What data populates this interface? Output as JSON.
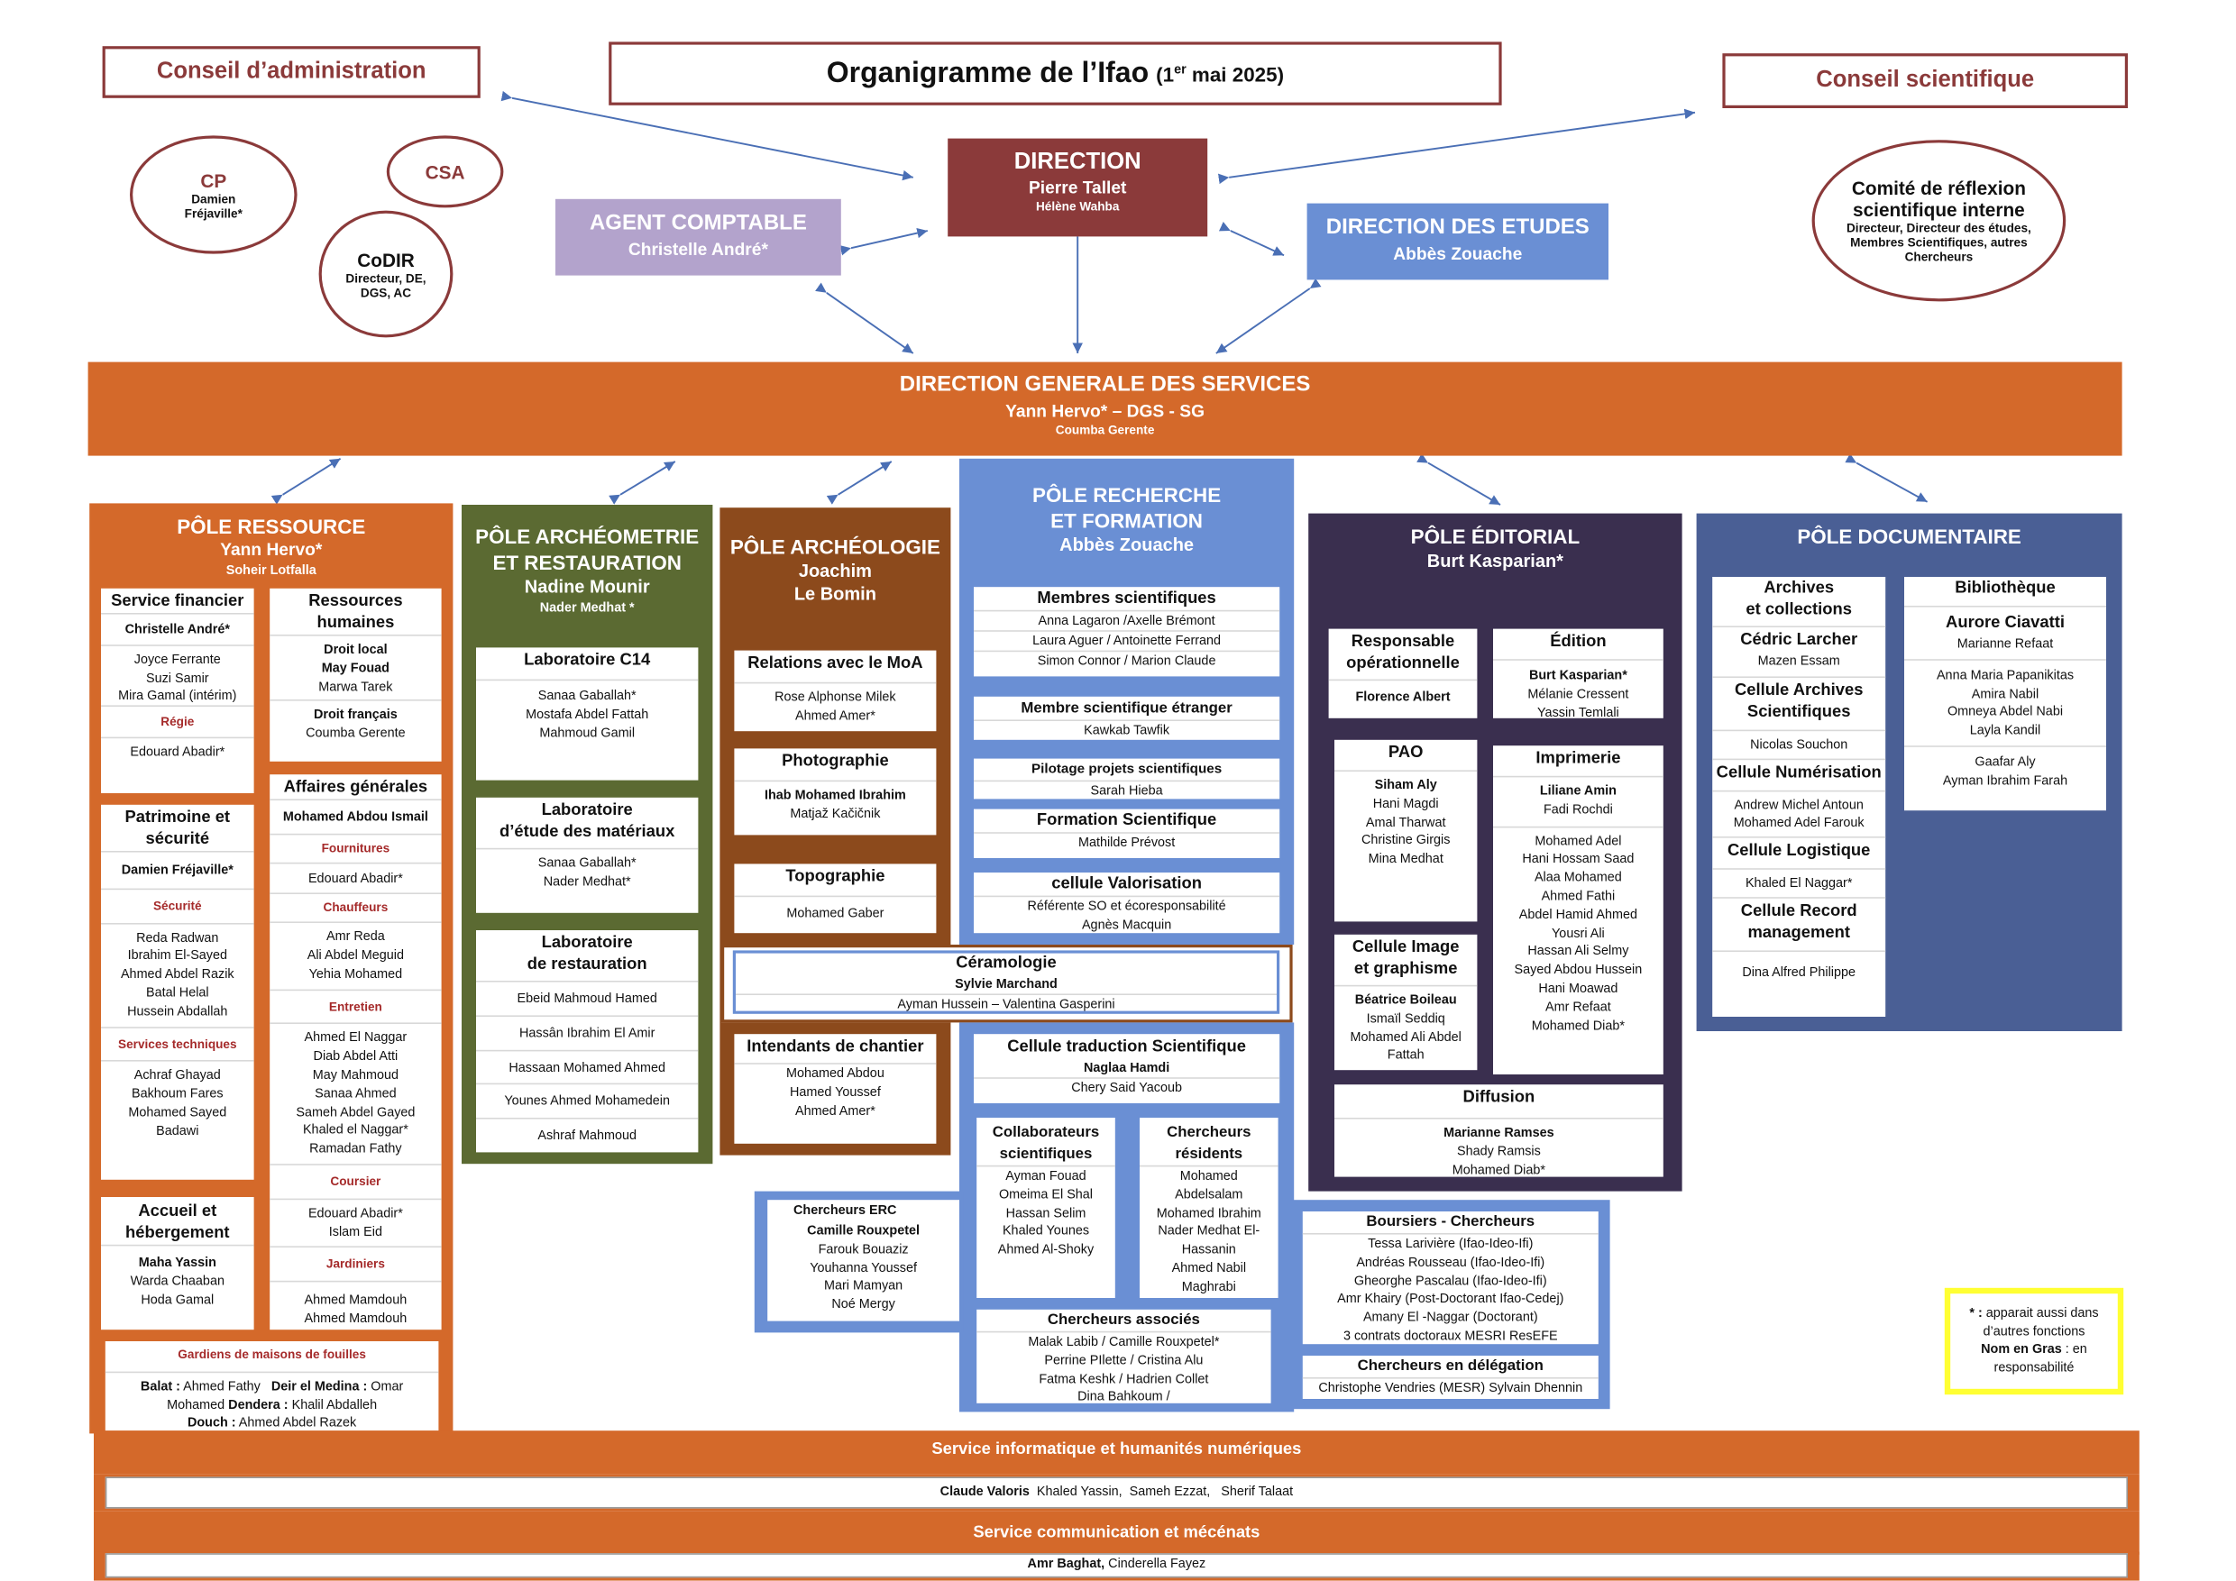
{
  "colors": {
    "ressource": "#d4692a",
    "archeometrie": "#5b6a32",
    "archeologie": "#8c4a1c",
    "recherche": "#6a8fd4",
    "editorial": "#3a2f4f",
    "documentaire": "#4a5f95",
    "direction": "#8b3a3a",
    "agent": "#b3a3cc",
    "etudes": "#6a8fd4",
    "legend": "#ffff33"
  },
  "header": {
    "conseil_admin": "Conseil d’administration",
    "title": "Organigramme de l’Ifao",
    "title_date_pre": "(1",
    "title_date_sup": "er",
    "title_date_post": " mai 2025)",
    "conseil_sci": "Conseil scientifique"
  },
  "ovals": {
    "cp_title": "CP",
    "cp_l1": "Damien",
    "cp_l2": "Fréjaville*",
    "csa": "CSA",
    "codir_title": "CoDIR",
    "codir_l1": "Directeur, DE,",
    "codir_l2": "DGS, AC",
    "comite_title1": "Comité de réflexion",
    "comite_title2": "scientifique interne",
    "comite_l1": "Directeur, Directeur des études,",
    "comite_l2": "Membres Scientifiques, autres",
    "comite_l3": "Chercheurs"
  },
  "direction": {
    "title": "DIRECTION",
    "name": "Pierre Tallet",
    "assist": "Hélène Wahba"
  },
  "agent": {
    "title": "AGENT COMPTABLE",
    "name": "Christelle André*"
  },
  "etudes": {
    "title": "DIRECTION DES ETUDES",
    "name": "Abbès Zouache"
  },
  "dgs": {
    "title": "DIRECTION GENERALE DES SERVICES",
    "name": "Yann Hervo* – DGS - SG",
    "assist": "Coumba Gerente"
  },
  "poles": {
    "ressource": {
      "title": "PÔLE RESSOURCE",
      "name": "Yann Hervo*",
      "assist": "Soheir Lotfalla"
    },
    "archeometrie": {
      "t1": "PÔLE ARCHÉOMETRIE",
      "t2": "ET RESTAURATION",
      "name": "Nadine Mounir",
      "assist": "Nader Medhat *"
    },
    "archeologie": {
      "title": "PÔLE ARCHÉOLOGIE",
      "n1": "Joachim",
      "n2": "Le Bomin"
    },
    "recherche": {
      "t1": "PÔLE RECHERCHE",
      "t2": "ET FORMATION",
      "name": "Abbès Zouache"
    },
    "editorial": {
      "title": "PÔLE ÉDITORIAL",
      "name": "Burt Kasparian*"
    },
    "documentaire": {
      "title": "PÔLE DOCUMENTAIRE"
    }
  },
  "ressource": {
    "sf": {
      "title": "Service financier",
      "head": "Christelle André*",
      "m1": "Joyce Ferrante",
      "m2": "Suzi Samir",
      "m3": "Mira Gamal (intérim)",
      "sub": "Régie",
      "m4": "Edouard Abadir*"
    },
    "rh": {
      "t1": "Ressources",
      "t2": "humaines",
      "s1": "Droit local",
      "h1": "May Fouad",
      "m1": "Marwa Tarek",
      "s2": "Droit français",
      "m2": "Coumba Gerente"
    },
    "ps": {
      "t1": "Patrimoine et",
      "t2": "sécurité",
      "head": "Damien Fréjaville*",
      "sub1": "Sécurité",
      "m1": "Reda Radwan",
      "m2": "Ibrahim El-Sayed",
      "m3": "Ahmed Abdel Razik",
      "m4": "Batal Helal",
      "m5": "Hussein Abdallah",
      "sub2": "Services techniques",
      "m6": "Achraf Ghayad",
      "m7": "Bakhoum Fares",
      "m8": "Mohamed Sayed",
      "m9": "Badawi"
    },
    "ag": {
      "title": "Affaires générales",
      "head": "Mohamed Abdou Ismail",
      "sub1": "Fournitures",
      "m1": "Edouard Abadir*",
      "sub2": "Chauffeurs",
      "m2": "Amr Reda",
      "m3": "Ali Abdel Meguid",
      "m4": "Yehia Mohamed",
      "sub3": "Entretien",
      "m5": "Ahmed El Naggar",
      "m6": "Diab Abdel Atti",
      "m7": "May Mahmoud",
      "m8": "Sanaa Ahmed",
      "m9": "Sameh Abdel Gayed",
      "m10": "Khaled el Naggar*",
      "m11": "Ramadan Fathy",
      "sub4": "Coursier",
      "m12": "Edouard Abadir*",
      "m13": "Islam Eid",
      "sub5": "Jardiniers",
      "m14": "Ahmed Mamdouh",
      "m15": "Ahmed Mamdouh"
    },
    "ah": {
      "t1": "Accueil et",
      "t2": "hébergement",
      "head": "Maha Yassin",
      "m1": "Warda Chaaban",
      "m2": "Hoda Gamal"
    },
    "gm": {
      "title": "Gardiens de maisons de fouilles",
      "l1a": "Balat :",
      "l1b": " Ahmed Fathy",
      "l1c": "Deir el Medina :",
      "l1d": " Omar",
      "l2a": "Mohamed ",
      "l2b": "Dendera :",
      "l2c": " Khalil Abdalleh",
      "l3a": "Douch :",
      "l3b": " Ahmed Abdel Razek"
    }
  },
  "archeometrie": {
    "c14": {
      "title": "Laboratoire C14",
      "m1": "Sanaa Gaballah*",
      "m2": "Mostafa Abdel Fattah",
      "m3": "Mahmoud Gamil"
    },
    "mat": {
      "t1": "Laboratoire",
      "t2": "d’étude des matériaux",
      "m1": "Sanaa Gaballah*",
      "m2": "Nader Medhat*"
    },
    "rest": {
      "t1": "Laboratoire",
      "t2": "de restauration",
      "m1": "Ebeid Mahmoud Hamed",
      "m2": "Hassân Ibrahim El Amir",
      "m3": "Hassaan Mohamed Ahmed",
      "m4": "Younes Ahmed Mohamedein",
      "m5": "Ashraf Mahmoud"
    }
  },
  "archeologie": {
    "moa": {
      "title": "Relations avec le MoA",
      "m1": "Rose Alphonse Milek",
      "m2": "Ahmed Amer*"
    },
    "photo": {
      "title": "Photographie",
      "head": "Ihab Mohamed Ibrahim",
      "m1": "Matjaž Kačičnik"
    },
    "topo": {
      "title": "Topographie",
      "m1": "Mohamed Gaber"
    },
    "ceram": {
      "title": "Céramologie",
      "head": "Sylvie Marchand",
      "m1": "Ayman Hussein – Valentina Gasperini"
    },
    "inten": {
      "title": "Intendants de chantier",
      "m1": "Mohamed Abdou",
      "m2": "Hamed Youssef",
      "m3": "Ahmed Amer*"
    }
  },
  "recherche": {
    "ms": {
      "title": "Membres scientifiques",
      "m1": "Anna Lagaron /Axelle Brémont",
      "m2": "Laura Aguer / Antoinette Ferrand",
      "m3": "Simon Connor / Marion Claude"
    },
    "mse": {
      "title": "Membre scientifique étranger",
      "m1": "Kawkab Tawfik"
    },
    "pps": {
      "title": "Pilotage projets scientifiques",
      "m1": "Sarah Hieba"
    },
    "fs": {
      "title": "Formation Scientifique",
      "m1": "Mathilde Prévost"
    },
    "val": {
      "title": "cellule Valorisation",
      "m1": "Référente SO et écoresponsabilité",
      "m2": "Agnès Macquin"
    },
    "trad": {
      "title": "Cellule traduction Scientifique",
      "head": "Naglaa Hamdi",
      "m1": "Chery Said Yacoub"
    },
    "collab": {
      "t1": "Collaborateurs",
      "t2": "scientifiques",
      "m1": "Ayman Fouad",
      "m2": "Omeima El Shal",
      "m3": "Hassan Selim",
      "m4": "Khaled Younes",
      "m5": "Ahmed Al-Shoky"
    },
    "res": {
      "t1": "Chercheurs",
      "t2": "résidents",
      "m1": "Mohamed",
      "m2": "Abdelsalam",
      "m3": "Mohamed Ibrahim",
      "m4": "Nader Medhat El-",
      "m5": "Hassanin",
      "m6": "Ahmed Nabil",
      "m7": "Maghrabi"
    },
    "erc": {
      "title": "Chercheurs ERC",
      "head": "Camille Rouxpetel",
      "m1": "Farouk Bouaziz",
      "m2": "Youhanna Youssef",
      "m3": "Mari Mamyan",
      "m4": "Noé Mergy"
    },
    "assoc": {
      "title": "Chercheurs associés",
      "m1": "Malak Labib / Camille Rouxpetel*",
      "m2": "Perrine PIlette / Cristina Alu",
      "m3": "Fatma Keshk / Hadrien Collet",
      "m4": "Dina Bahkoum /"
    },
    "bours": {
      "title": "Boursiers - Chercheurs",
      "m1": "Tessa Larivière (Ifao-Ideo-Ifi)",
      "m2": "Andréas Rousseau (Ifao-Ideo-Ifi)",
      "m3": "Gheorghe Pascalau (Ifao-Ideo-Ifi)",
      "m4": "Amr Khairy (Post-Doctorant Ifao-Cedej)",
      "m5": "Amany El -Naggar (Doctorant)",
      "m6": "3 contrats doctoraux MESRI ResEFE"
    },
    "deleg": {
      "title": "Chercheurs en délégation",
      "m1": "Christophe Vendries (MESR) Sylvain Dhennin"
    }
  },
  "editorial": {
    "resp": {
      "t1": "Responsable",
      "t2": "opérationnelle",
      "head": "Florence Albert"
    },
    "edit": {
      "title": "Édition",
      "head": "Burt Kasparian*",
      "m1": "Mélanie Cressent",
      "m2": "Yassin Temlali"
    },
    "pao": {
      "title": "PAO",
      "head": "Siham Aly",
      "m1": "Hani Magdi",
      "m2": "Amal Tharwat",
      "m3": "Christine Girgis",
      "m4": "Mina Medhat"
    },
    "imp": {
      "title": "Imprimerie",
      "head": "Liliane Amin",
      "m1": "Fadi Rochdi",
      "m2": "Mohamed Adel",
      "m3": "Hani Hossam Saad",
      "m4": "Alaa Mohamed",
      "m5": "Ahmed Fathi",
      "m6": "Abdel Hamid Ahmed",
      "m7": "Yousri Ali",
      "m8": "Hassan Ali Selmy",
      "m9": "Sayed Abdou Hussein",
      "m10": "Hani Moawad",
      "m11": "Amr Refaat",
      "m12": "Mohamed Diab*"
    },
    "img": {
      "t1": "Cellule Image",
      "t2": "et graphisme",
      "head": "Béatrice Boileau",
      "m1": "Ismaïl Seddiq",
      "m2": "Mohamed Ali Abdel",
      "m3": "Fattah"
    },
    "diff": {
      "title": "Diffusion",
      "head": "Marianne Ramses",
      "m1": "Shady Ramsis",
      "m2": "Mohamed Diab*"
    }
  },
  "documentaire": {
    "arch": {
      "t1": "Archives",
      "t2": "et collections",
      "head": "Cédric Larcher",
      "m1": "Mazen Essam",
      "c2t1": "Cellule Archives",
      "c2t2": "Scientifiques",
      "m2": "Nicolas Souchon",
      "c3": "Cellule Numérisation",
      "m3": "Andrew Michel Antoun",
      "m4": "Mohamed Adel Farouk",
      "c4": "Cellule Logistique",
      "m5": "Khaled El Naggar*",
      "c5t1": "Cellule Record",
      "c5t2": "management",
      "m6": "Dina Alfred Philippe"
    },
    "bib": {
      "title": "Bibliothèque",
      "head": "Aurore Ciavatti",
      "m1": "Marianne Refaat",
      "m2": "Anna Maria Papanikitas",
      "m3": "Amira Nabil",
      "m4": "Omneya Abdel Nabi",
      "m5": "Layla Kandil",
      "m6": "Gaafar Aly",
      "m7": "Ayman Ibrahim Farah"
    }
  },
  "legend": {
    "l1a": "* :",
    "l1b": " apparait aussi dans",
    "l2": "d’autres fonctions",
    "l3a": "Nom en Gras",
    "l3b": " : en",
    "l4": "responsabilité"
  },
  "services": {
    "info_title": "Service informatique et humanités numériques",
    "info_a": "Claude Valoris",
    "info_b": "  Khaled Yassin,  Sameh Ezzat,   Sherif Talaat",
    "comm_title": "Service communication et mécénats",
    "comm_a": "Amr Baghat,",
    "comm_b": " Cinderella Fayez"
  }
}
